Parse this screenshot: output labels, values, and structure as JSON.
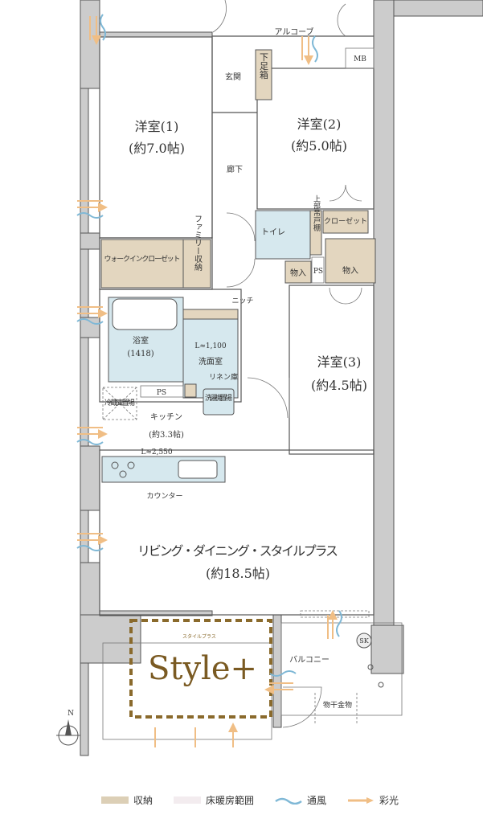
{
  "rooms": {
    "western1": {
      "name": "洋室(1)",
      "size": "(約7.0帖)"
    },
    "western2": {
      "name": "洋室(2)",
      "size": "(約5.0帖)"
    },
    "western3": {
      "name": "洋室(3)",
      "size": "(約4.5帖)"
    },
    "alcove": "アルコーブ",
    "mb": "MB",
    "entrance": "玄関",
    "shoe_cabinet": "下足箱",
    "corridor": "廊下",
    "toilet": "トイレ",
    "upper_cabinet": "上部吊戸棚",
    "closet": "クローゼット",
    "storage": "物入",
    "storage_small": "物入",
    "ps_upper": "PS",
    "walkin_closet": "ウォークインクローゼット",
    "family_storage": "ファミリー収納",
    "niche": "ニッチ",
    "bathroom": {
      "name": "浴室",
      "size": "(1418)"
    },
    "washroom": {
      "name": "洗面室",
      "length": "L≈1,100"
    },
    "linen": "リネン庫",
    "washer": "洗濯機置場",
    "ps_lower": "PS",
    "fridge": "冷蔵庫置場",
    "kitchen": {
      "name": "キッチン",
      "size": "(約3.3帖)",
      "length": "L≈2,550"
    },
    "counter": "カウンター",
    "ldk": {
      "name": "リビング・ダイニング・スタイルプラス",
      "size": "(約18.5帖)"
    },
    "style_plus": {
      "logo": "Style+",
      "kana": "スタイルプラス"
    },
    "balcony": "バルコニー",
    "sk": "SK",
    "drying": "物干金物",
    "compass": "N"
  },
  "legend": [
    {
      "label": "収納",
      "color": "#dccfb6"
    },
    {
      "label": "床暖房範囲",
      "color": "#f3ecef"
    },
    {
      "label": "通風",
      "color": "#7fb8d6",
      "icon": "wave-icon"
    },
    {
      "label": "彩光",
      "color": "#f0be85",
      "icon": "arrow-icon"
    }
  ],
  "colors": {
    "storage": "#e3d6bf",
    "wet_area": "#d6e8ee",
    "wall": "#cccccc",
    "style_plus_border": "#8a6a2c"
  }
}
